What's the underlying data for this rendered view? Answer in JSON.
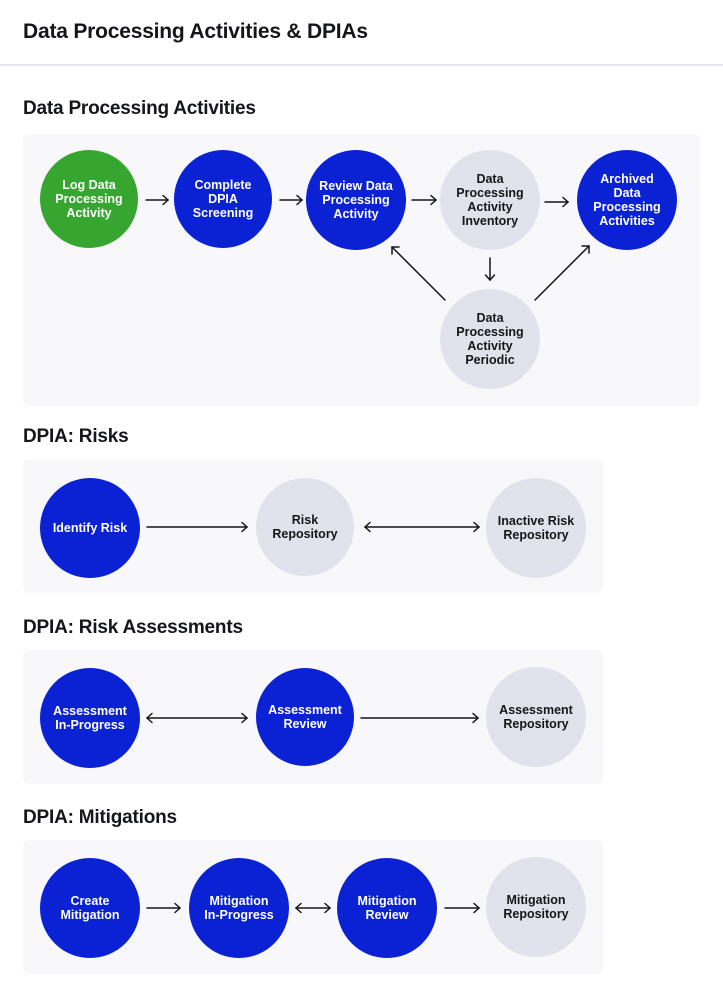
{
  "page": {
    "title": "Data Processing Activities & DPIAs"
  },
  "sections": {
    "dpa": {
      "title": "Data Processing Activities",
      "nodes": {
        "log": "Log Data\nProcessing\nActivity",
        "screening": "Complete\nDPIA\nScreening",
        "review": "Review Data\nProcessing\nActivity",
        "inventory": "Data\nProcessing\nActivity\nInventory",
        "archived": "Archived\nData\nProcessing\nActivities",
        "periodic": "Data\nProcessing\nActivity\nPeriodic"
      }
    },
    "risks": {
      "title": "DPIA: Risks",
      "nodes": {
        "identify": "Identify Risk",
        "repository": "Risk\nRepository",
        "inactive": "Inactive Risk\nRepository"
      }
    },
    "assessments": {
      "title": "DPIA: Risk Assessments",
      "nodes": {
        "inprogress": "Assessment\nIn-Progress",
        "review": "Assessment\nReview",
        "repository": "Assessment\nRepository"
      }
    },
    "mitigations": {
      "title": "DPIA: Mitigations",
      "nodes": {
        "create": "Create\nMitigation",
        "inprogress": "Mitigation\nIn-Progress",
        "review": "Mitigation\nReview",
        "repository": "Mitigation\nRepository"
      }
    }
  },
  "colors": {
    "start": "#36a630",
    "active": "#0b22d4",
    "terminal": "#e1e2ec",
    "panel": "#f8f8fb"
  }
}
